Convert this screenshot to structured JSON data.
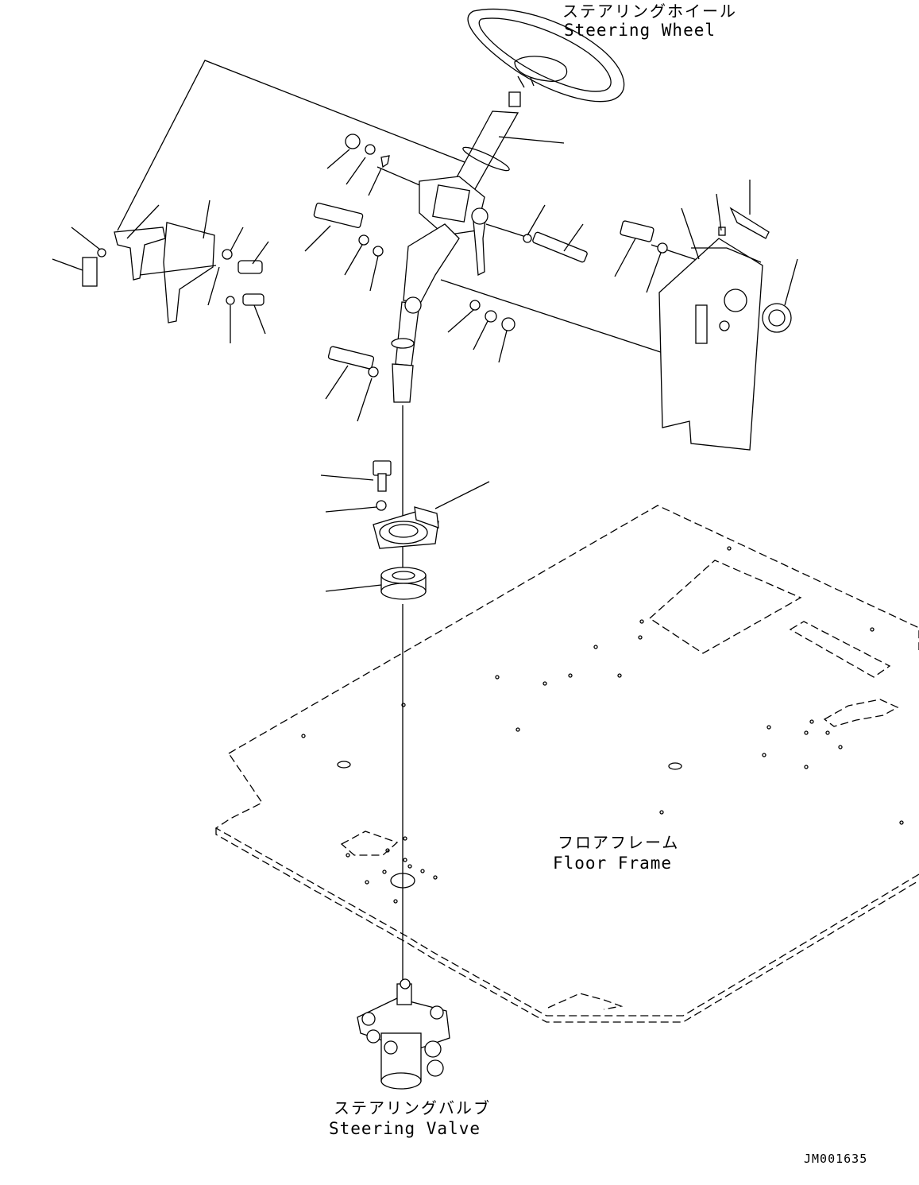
{
  "labels": {
    "steering_wheel_jp": "ステアリングホイール",
    "steering_wheel_en": "Steering Wheel",
    "floor_frame_jp": "フロアフレーム",
    "floor_frame_en": "Floor Frame",
    "steering_valve_jp": "ステアリングバルブ",
    "steering_valve_en": "Steering Valve",
    "drawing_code": "JM001635"
  }
}
